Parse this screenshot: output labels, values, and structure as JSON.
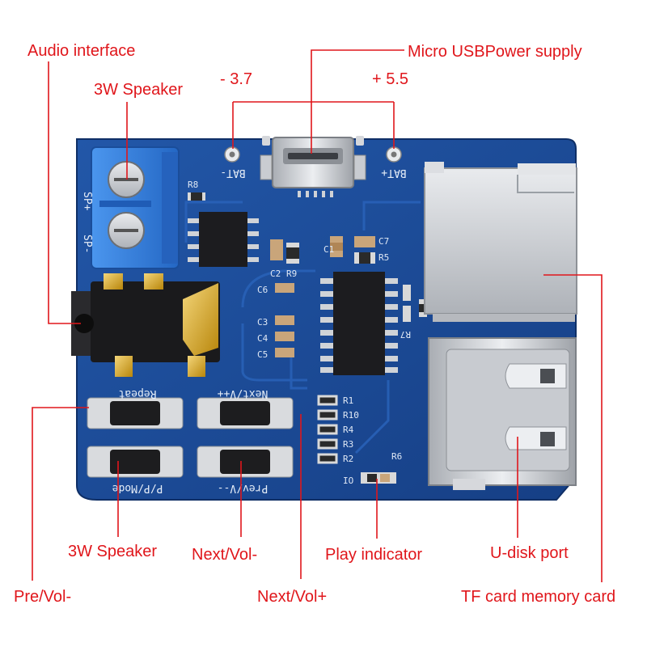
{
  "callouts": {
    "audio_interface": "Audio interface",
    "speaker_top": "3W Speaker",
    "neg_voltage": "- 3.7",
    "pos_voltage": "+ 5.5",
    "micro_usb": "Micro USBPower supply",
    "speaker_bottom": "3W Speaker",
    "next_vol_minus": "Next/Vol-",
    "play_indicator": "Play indicator",
    "udisk_port": "U-disk port",
    "pre_vol_minus": "Pre/Vol-",
    "next_vol_plus": "Next/Vol+",
    "tf_card": "TF card memory card"
  },
  "silkscreen": {
    "bat_minus": "BAT-",
    "bat_plus": "BAT+",
    "sp_plus": "SP+",
    "sp_minus": "SP-",
    "r8": "R8",
    "c1": "C1",
    "c7": "C7",
    "r5": "R5",
    "c2": "C2",
    "r9": "R9",
    "c6": "C6",
    "c3": "C3",
    "c4": "C4",
    "c5": "C5",
    "r7": "R7",
    "repeat": "Repeat",
    "next_v_plus": "Next/V++",
    "r1": "R1",
    "r10": "R10",
    "r4": "R4",
    "r3": "R3",
    "r2": "R2",
    "r6": "R6",
    "io": "IO",
    "pp_mode": "P/P/Mode",
    "prev_v_minus": "Prev/V--"
  },
  "colors": {
    "callout_red": "#e0161b",
    "pcb_blue": "#1d4e9c",
    "terminal_blue": "#2f7fe0",
    "silver": "#c9ccd1",
    "gold": "#d8a829"
  }
}
